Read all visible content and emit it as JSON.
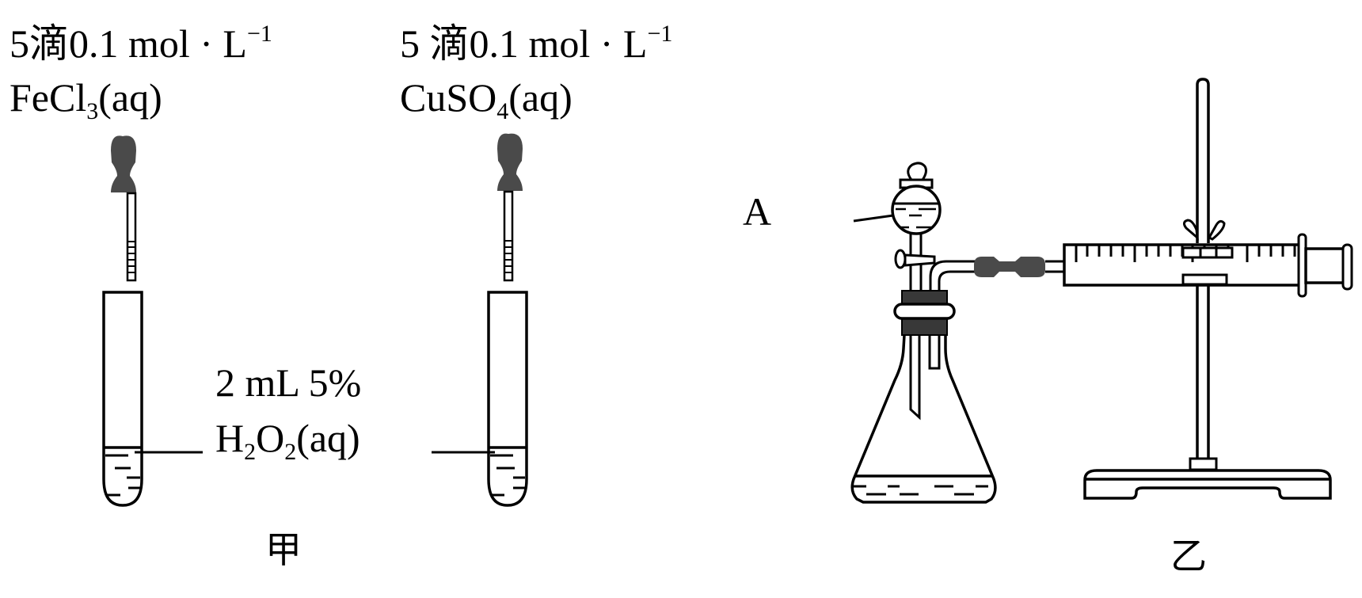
{
  "figure": {
    "colors": {
      "line": "#000000",
      "rubber": "#4a4a4a",
      "stopper": "#383838",
      "background": "#ffffff"
    },
    "setup_jia": {
      "caption": "甲",
      "left_reagent": {
        "line1": "5滴0.1 mol · L",
        "line1_sup": "−1",
        "formula_main": "FeCl",
        "formula_sub": "3",
        "formula_tail": "(aq)"
      },
      "right_reagent": {
        "line1": "5 滴0.1 mol · L",
        "line1_sup": "−1",
        "formula_main": "CuSO",
        "formula_sub": "4",
        "formula_tail": "(aq)"
      },
      "solution_label": {
        "line1": "2 mL 5%",
        "h": "H",
        "sub1": "2",
        "o": "O",
        "sub2": "2",
        "tail": "(aq)"
      }
    },
    "setup_yi": {
      "caption": "乙",
      "funnel_label": "A",
      "parts": [
        "separatory funnel",
        "conical flask",
        "rubber stopper",
        "rubber tube",
        "gas syringe",
        "iron stand with clamp"
      ]
    }
  }
}
